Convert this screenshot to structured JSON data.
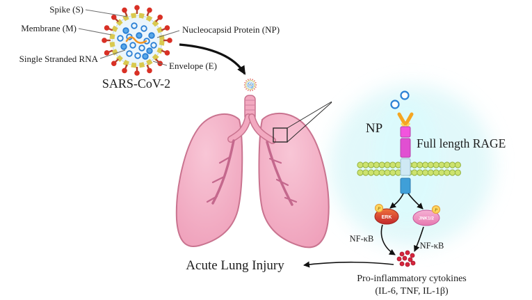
{
  "virus_panel": {
    "spike_label": "Spike (S)",
    "membrane_label": "Membrane (M)",
    "rna_label": "Single Stranded RNA",
    "envelope_label": "Envelope (E)",
    "np_label": "Nucleocapsid Protein (NP)",
    "virus_name": "SARS-CoV-2"
  },
  "pathway_panel": {
    "np_label": "NP",
    "receptor_label": "Full length RAGE",
    "kinase_left": "ERK",
    "kinase_right": "JNK1/2",
    "phospho_label": "P",
    "nfkb_left": "NF-κB",
    "nfkb_right": "NF-κB",
    "cytokines_title": "Pro-inflammatory cytokines",
    "cytokines_list": "(IL-6, TNF, IL-1β)"
  },
  "outcome": {
    "label": "Acute Lung Injury"
  },
  "colors": {
    "spike_red": "#d93025",
    "membrane_yellow": "#d9c94f",
    "np_blue": "#2a7fd4",
    "lung_pink": "#f2a9c0",
    "lung_outline": "#c9738f",
    "glow_cyan": "#bdeef3",
    "erk_orange": "#d7381f",
    "jnk_pink": "#ef8ec2",
    "receptor_magenta_top": "#f254de",
    "receptor_magenta": "#e14fd2",
    "receptor_pale": "#cfe9f4",
    "receptor_blue": "#3f9fd8",
    "membrane_green": "#cde36e",
    "cytokine_red": "#d7263d",
    "phospho_yellow": "#ffd75e"
  }
}
